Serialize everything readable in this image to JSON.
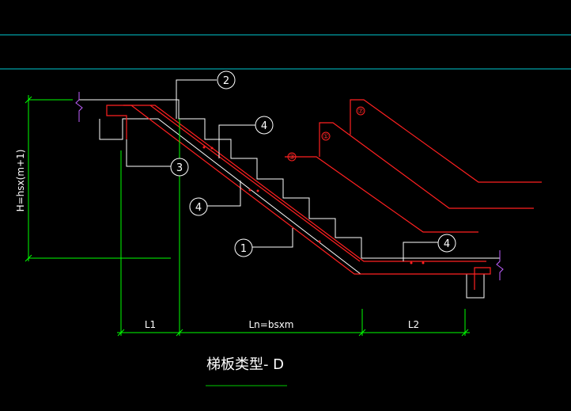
{
  "title": "梯板类型- D",
  "dimensions": {
    "height": "H=hsx(m+1)",
    "l1": "L1",
    "ln": "Ln=bsxm",
    "l2": "L2"
  },
  "callouts": [
    "2",
    "4",
    "3",
    "4",
    "1",
    "4"
  ],
  "detail_labels": [
    "⑦",
    "①",
    "③"
  ],
  "colors": {
    "background": "#000000",
    "outline": "#ffffff",
    "rebar": "#ff2020",
    "dimension": "#00ff00",
    "guide": "#00c8d0",
    "break_mark": "#c060ff",
    "title_underline": "#00cc00"
  }
}
